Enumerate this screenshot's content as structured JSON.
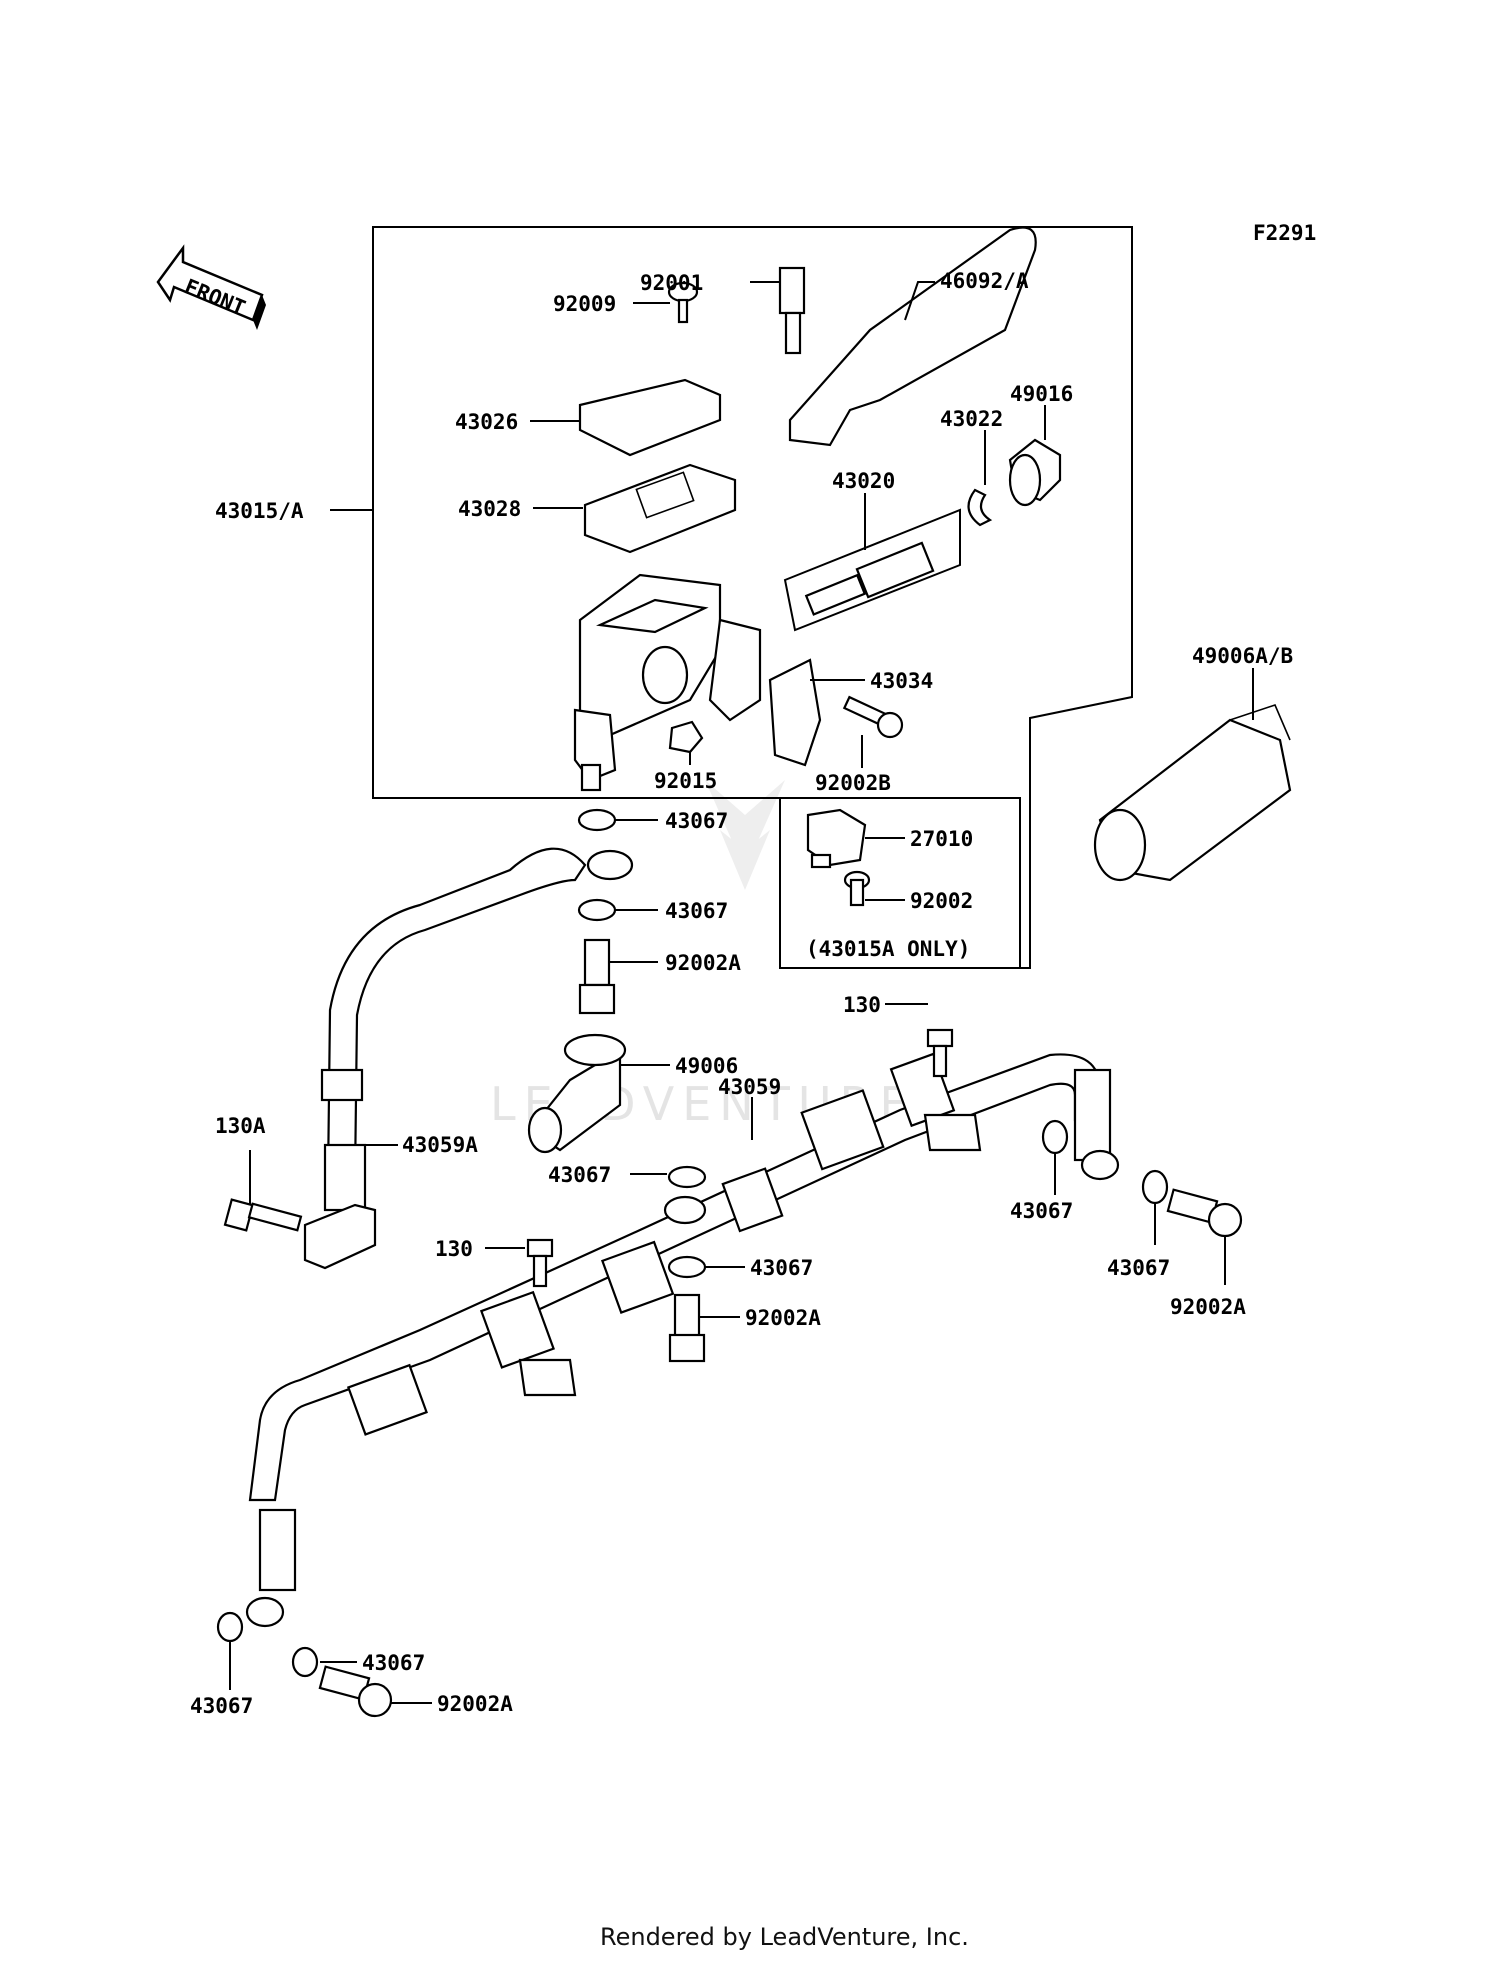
{
  "diagram": {
    "code": "F2291",
    "front_label": "FRONT",
    "footer": "Rendered by LeadVenture, Inc.",
    "watermark": "LEADVENTURE",
    "note": "(43015A ONLY)",
    "callouts": [
      {
        "id": "c01",
        "text": "92001"
      },
      {
        "id": "c02",
        "text": "46092/A"
      },
      {
        "id": "c03",
        "text": "92009"
      },
      {
        "id": "c04",
        "text": "43026"
      },
      {
        "id": "c05",
        "text": "49016"
      },
      {
        "id": "c06",
        "text": "43022"
      },
      {
        "id": "c07",
        "text": "43015/A"
      },
      {
        "id": "c08",
        "text": "43028"
      },
      {
        "id": "c09",
        "text": "43020"
      },
      {
        "id": "c10",
        "text": "49006A/B"
      },
      {
        "id": "c11",
        "text": "43034"
      },
      {
        "id": "c12",
        "text": "92015"
      },
      {
        "id": "c13",
        "text": "92002B"
      },
      {
        "id": "c14",
        "text": "43067"
      },
      {
        "id": "c15",
        "text": "27010"
      },
      {
        "id": "c16",
        "text": "43067"
      },
      {
        "id": "c17",
        "text": "92002"
      },
      {
        "id": "c18",
        "text": "92002A"
      },
      {
        "id": "c19",
        "text": "130"
      },
      {
        "id": "c20",
        "text": "49006"
      },
      {
        "id": "c21",
        "text": "43059"
      },
      {
        "id": "c22",
        "text": "130A"
      },
      {
        "id": "c23",
        "text": "43059A"
      },
      {
        "id": "c24",
        "text": "43067"
      },
      {
        "id": "c25",
        "text": "43067"
      },
      {
        "id": "c26",
        "text": "130"
      },
      {
        "id": "c27",
        "text": "43067"
      },
      {
        "id": "c28",
        "text": "43067"
      },
      {
        "id": "c29",
        "text": "92002A"
      },
      {
        "id": "c30",
        "text": "92002A"
      },
      {
        "id": "c31",
        "text": "43067"
      },
      {
        "id": "c32",
        "text": "43067"
      },
      {
        "id": "c33",
        "text": "92002A"
      }
    ]
  }
}
